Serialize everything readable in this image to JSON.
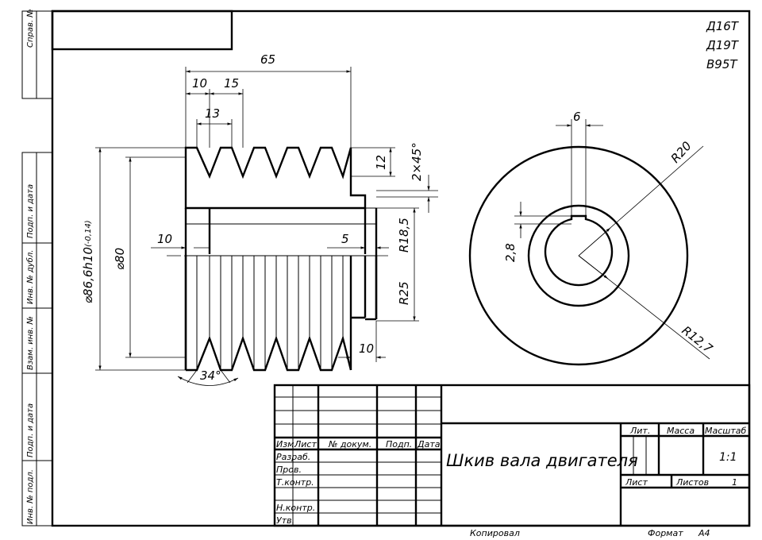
{
  "side_labels": {
    "sprav_no": "Справ. №",
    "podp_data_top": "Подп. и дата",
    "inv_dubl": "Инв. № дубл.",
    "vzam_inv": "Взам. инв. №",
    "podp_data_bottom": "Подп. и дата",
    "inv_podl": "Инв. № подл."
  },
  "materials": [
    "Д16Т",
    "Д19Т",
    "В95Т"
  ],
  "dimensions": {
    "overall_length": "65",
    "first_offset": "10",
    "groove_pitch": "15",
    "groove_top": "13",
    "groove_depth": "12",
    "chamfer": "2×45°",
    "outer_diameter": "⌀86,6h10",
    "outer_tolerance": "(-0,14)",
    "diameter_80": "⌀80",
    "left_step": "10",
    "bore_step": "5",
    "radius_185": "R18,5",
    "radius_25": "R25",
    "right_step": "10",
    "groove_angle": "34°",
    "keyway_width": "6",
    "keyway_depth": "2,8",
    "radius_20": "R20",
    "radius_127": "R12,7"
  },
  "title_block": {
    "izm": "Изм.",
    "list": "Лист",
    "doc_no": "№ докум.",
    "podp": "Подп.",
    "data": "Дата",
    "razrab": "Разраб.",
    "prov": "Пров.",
    "tkontr": "Т.контр.",
    "nkontr": "Н.контр.",
    "utv": "Утв.",
    "part_name": "Шкив вала двигателя",
    "lit": "Лит.",
    "massa": "Масса",
    "masshtab": "Масштаб",
    "scale_value": "1:1",
    "list_label": "Лист",
    "listov_label": "Листов",
    "listov_value": "1",
    "kopiroval": "Копировал",
    "format_label": "Формат",
    "format_value": "А4"
  }
}
